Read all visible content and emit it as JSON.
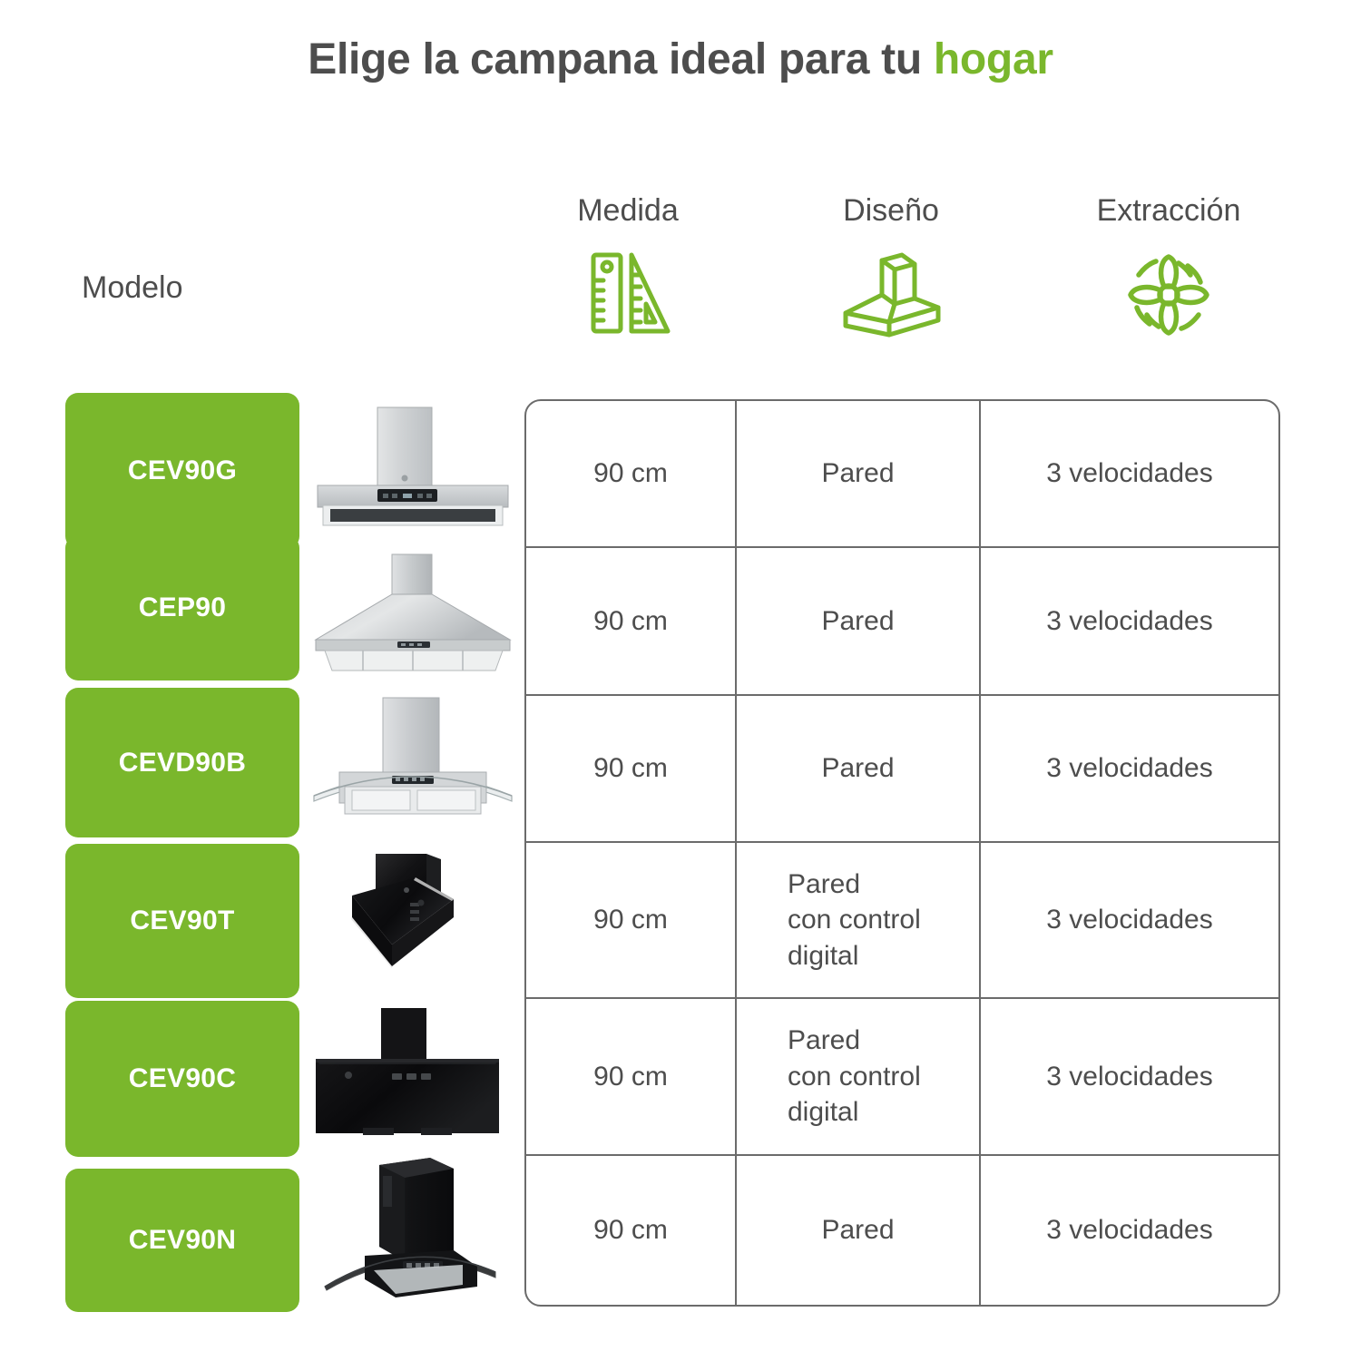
{
  "title": {
    "main": "Elige la campana ideal para tu ",
    "accent": "hogar"
  },
  "colors": {
    "brand_green": "#7ab72c",
    "text_gray": "#4d4d4d",
    "table_border": "#6b6b6b"
  },
  "headers": {
    "modelo": "Modelo",
    "medida": "Medida",
    "diseno": "Diseño",
    "extraccion": "Extracción",
    "medida_icon": "ruler-triangle-icon",
    "diseno_icon": "range-hood-icon",
    "extraccion_icon": "fan-icon"
  },
  "rows": [
    {
      "model": "CEV90G",
      "product_icon": "chimney-hood-flat-stainless",
      "medida": "90 cm",
      "diseno": "Pared",
      "diseno_lines": [
        "Pared"
      ],
      "extraccion": "3 velocidades"
    },
    {
      "model": "CEP90",
      "product_icon": "chimney-hood-pyramid-stainless",
      "medida": "90 cm",
      "diseno": "Pared",
      "diseno_lines": [
        "Pared"
      ],
      "extraccion": "3 velocidades"
    },
    {
      "model": "CEVD90B",
      "product_icon": "chimney-hood-curved-glass-stainless",
      "medida": "90 cm",
      "diseno": "Pared",
      "diseno_lines": [
        "Pared"
      ],
      "extraccion": "3 velocidades"
    },
    {
      "model": "CEV90T",
      "product_icon": "inclined-hood-black-angled",
      "medida": "90 cm",
      "diseno": "Pared con control digital",
      "diseno_lines": [
        "Pared",
        "con control",
        "digital"
      ],
      "extraccion": "3 velocidades"
    },
    {
      "model": "CEV90C",
      "product_icon": "inclined-hood-black-flat",
      "medida": "90 cm",
      "diseno": "Pared con control digital",
      "diseno_lines": [
        "Pared",
        "con control",
        "digital"
      ],
      "extraccion": "3 velocidades"
    },
    {
      "model": "CEV90N",
      "product_icon": "chimney-hood-curved-glass-black",
      "medida": "90 cm",
      "diseno": "Pared",
      "diseno_lines": [
        "Pared"
      ],
      "extraccion": "3 velocidades"
    }
  ]
}
